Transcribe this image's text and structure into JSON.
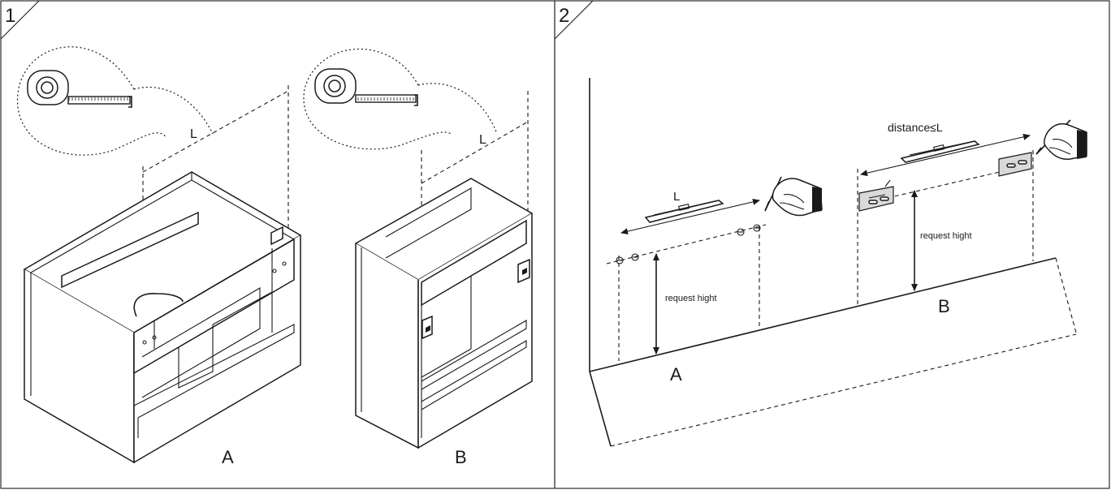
{
  "panel1": {
    "step_number": "1",
    "tape_label_a": "L",
    "tape_label_b": "L",
    "cabinet_a_label": "A",
    "cabinet_b_label": "B"
  },
  "panel2": {
    "step_number": "2",
    "level_a_label": "L",
    "distance_label": "distance≤L",
    "request_height_a": "request hight",
    "request_height_b": "request hight",
    "wall_label_a": "A",
    "wall_label_b": "B"
  },
  "icons": [
    "tape-measure-icon",
    "spirit-level-icon",
    "pencil-hand-icon",
    "wall-bracket-icon",
    "double-arrow-icon"
  ]
}
